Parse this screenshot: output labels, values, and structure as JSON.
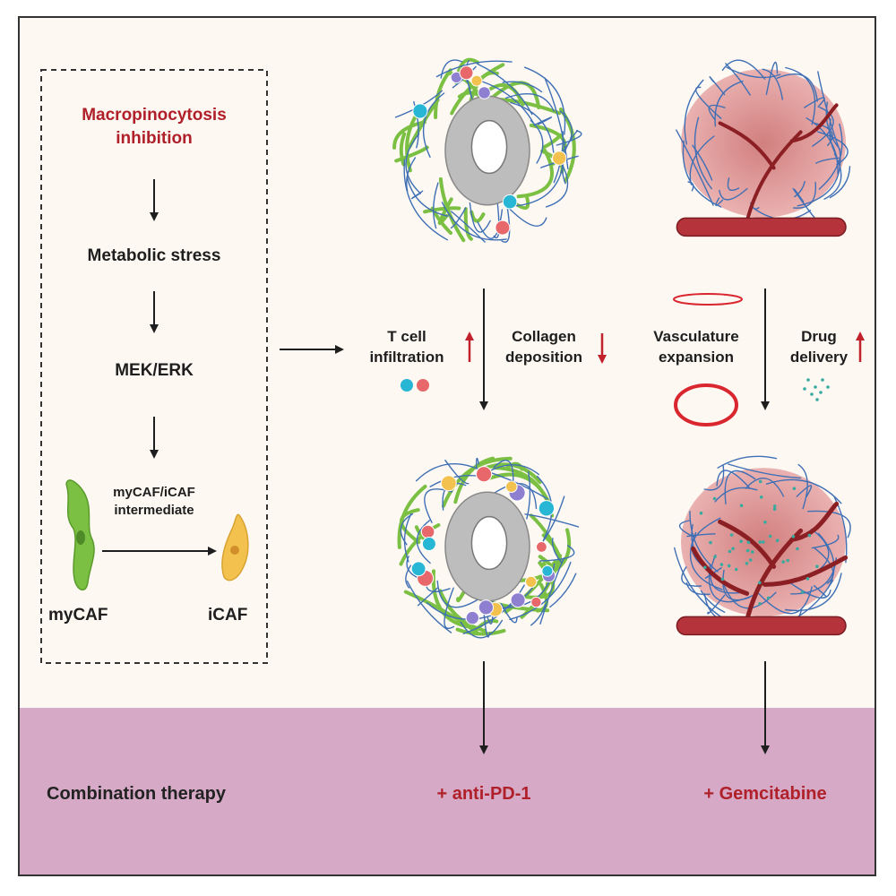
{
  "pathway": {
    "trigger": [
      "Macropinocytosis",
      "inhibition"
    ],
    "step2": "Metabolic stress",
    "step3": "MEK/ERK",
    "transition_label": [
      "myCAF/iCAF",
      "intermediate"
    ],
    "cell_left": "myCAF",
    "cell_right": "iCAF"
  },
  "immune_column": {
    "effect1": [
      "T cell",
      "infiltration"
    ],
    "effect2": [
      "Collagen",
      "deposition"
    ],
    "therapy": "+ anti-PD-1"
  },
  "drug_column": {
    "effect1": [
      "Vasculature",
      "expansion"
    ],
    "effect2": [
      "Drug",
      "delivery"
    ],
    "therapy": "+ Gemcitabine"
  },
  "combination": {
    "label": "Combination therapy"
  },
  "colors": {
    "accent_red": "#b0202a",
    "band": "#d6aac6",
    "background": "#fdf8f2",
    "collagen_blue": "#3f6fb5",
    "caf_green": "#7bc043",
    "icaf_yellow": "#f2c14e",
    "vessel_red": "#8c1f24"
  }
}
